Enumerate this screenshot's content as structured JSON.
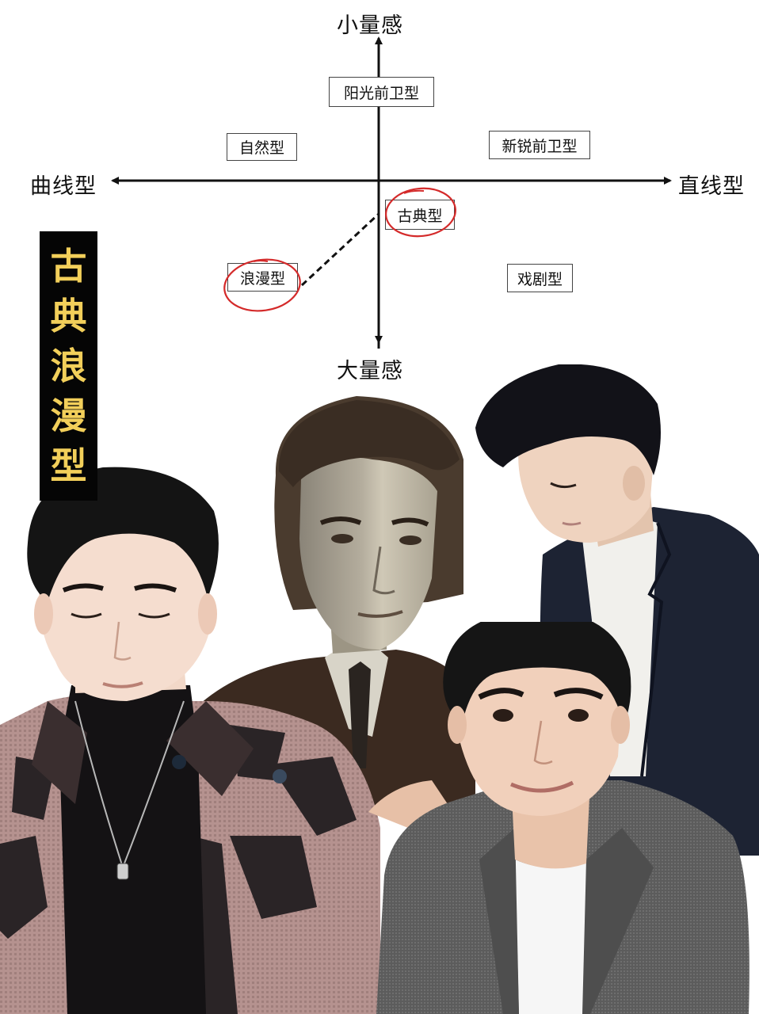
{
  "diagram": {
    "axes": {
      "top": "小量感",
      "bottom": "大量感",
      "left": "曲线型",
      "right": "直线型"
    },
    "types": [
      {
        "id": "yangguang",
        "label": "阳光前卫型",
        "quadrant": "top-center",
        "highlighted": false
      },
      {
        "id": "ziran",
        "label": "自然型",
        "quadrant": "upper-left",
        "highlighted": false
      },
      {
        "id": "xinrui",
        "label": "新锐前卫型",
        "quadrant": "upper-right",
        "highlighted": false
      },
      {
        "id": "gudian",
        "label": "古典型",
        "quadrant": "center",
        "highlighted": true
      },
      {
        "id": "langman",
        "label": "浪漫型",
        "quadrant": "lower-left",
        "highlighted": true
      },
      {
        "id": "xiju",
        "label": "戏剧型",
        "quadrant": "lower-right",
        "highlighted": false
      }
    ],
    "connector": {
      "from": "langman",
      "to": "gudian",
      "style": "dashed"
    },
    "highlight_color": "#d42a2a"
  },
  "banner": {
    "text": "古典浪漫型",
    "chars": [
      "古",
      "典",
      "浪",
      "漫",
      "型"
    ],
    "bg_color": "#050505",
    "text_color": "#f2cf5a"
  },
  "photos": [
    {
      "id": "photo-left",
      "description": "man with closed eyes, black turtleneck, pink-black patterned jacket, necklace"
    },
    {
      "id": "photo-center",
      "description": "vintage sepia portrait, man in suit and tie"
    },
    {
      "id": "photo-right-top",
      "description": "man looking down, navy suit, white shirt"
    },
    {
      "id": "photo-right-bottom",
      "description": "smiling man, grey wool blazer, white t-shirt"
    }
  ]
}
